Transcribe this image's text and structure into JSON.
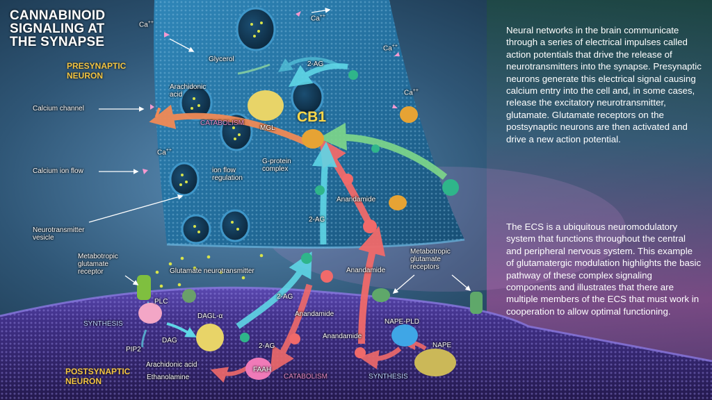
{
  "title_lines": [
    "CANNABINOID",
    "SIGNALING AT",
    "THE SYNAPSE"
  ],
  "colors": {
    "neuron_label": "#f4c542",
    "cb1_label": "#ffd84a",
    "catabolism_label": "#e98ac8",
    "orange_arrow": "#f08a56",
    "cyan_arrow": "#5fd6e6",
    "red_arrow": "#f06a6a",
    "green_arrow": "#7fd88a",
    "presynaptic_membrane": "#2b78a8",
    "postsynaptic_membrane": "#3f2f86"
  },
  "labels": {
    "presynaptic": [
      "PRESYNAPTIC",
      "NEURON"
    ],
    "postsynaptic": [
      "POSTSYNAPTIC",
      "NEURON"
    ],
    "calcium_channel": "Calcium channel",
    "calcium_ion_flow": "Calcium ion flow",
    "neurotransmitter_vesicle": [
      "Neurotransmitter",
      "vesicle"
    ],
    "metabotropic_left": [
      "Metabotropic",
      "glutamate",
      "receptor"
    ],
    "metabotropic_right": [
      "Metabotropic",
      "glutamate",
      "receptors"
    ],
    "glycerol": "Glycerol",
    "arachidonic_acid_top": [
      "Arachidonic",
      "acid"
    ],
    "two_ag_top": "2-AG",
    "mgl": "MGL",
    "catabolism_top": "CATABOLISM",
    "cb1": "CB1",
    "g_protein": [
      "G-protein",
      "complex"
    ],
    "ion_flow": [
      "ion flow",
      "regulation"
    ],
    "anandamide_mid": "Anandamide",
    "two_ag_mid": "2-AG",
    "glutamate_nt": "Glutamate neurotransmitter",
    "anandamide_right": "Anandamide",
    "plc": "PLC",
    "synthesis_left": "SYNTHESIS",
    "pip2": "PIP2",
    "dag": "DAG",
    "dagl": "DAGL-α",
    "two_ag_low": "2-AG",
    "two_ag_bottom": "2-AG",
    "anandamide_low": "Anandamide",
    "anandamide_bottom": "Anandamide",
    "nape_pld": "NAPE-PLD",
    "nape": "NAPE",
    "arachidonic_acid_bottom": "Arachidonic acid",
    "ethanolamine": "Ethanolamine",
    "faah": "FAAH",
    "catabolism_bottom": "CATABOLISM",
    "synthesis_bottom": "SYNTHESIS",
    "ca_plus": "Ca",
    "ca_sup": "++"
  },
  "paragraphs": [
    "Neural networks in the brain communicate through a series of electrical impulses called action potentials that drive the release of neurotransmitters into the synapse. Presynaptic neurons generate this electrical signal causing calcium entry into the cell and, in some cases, release the excitatory neurotransmitter, glutamate. Glutamate receptors on the postsynaptic neurons are then activated and drive a new action potential.",
    "The ECS is a ubiquitous neuromodulatory system that functions throughout the central and peripheral nervous system. This example of glutamatergic modulation highlights the basic pathway of these complex signaling components and illustrates that there are multiple members of the ECS that must work in cooperation to allow optimal functioning."
  ]
}
